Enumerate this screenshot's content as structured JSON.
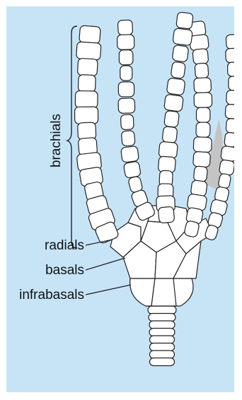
{
  "figure": {
    "background_color": "#c7e4f7",
    "plate_fill": "#ffffff",
    "outline_color": "#222222",
    "shadow_fill": "#c4c4c4"
  },
  "labels": {
    "brachials": "brachials",
    "radials": "radials",
    "basals": "basals",
    "infrabasals": "infrabasals"
  }
}
